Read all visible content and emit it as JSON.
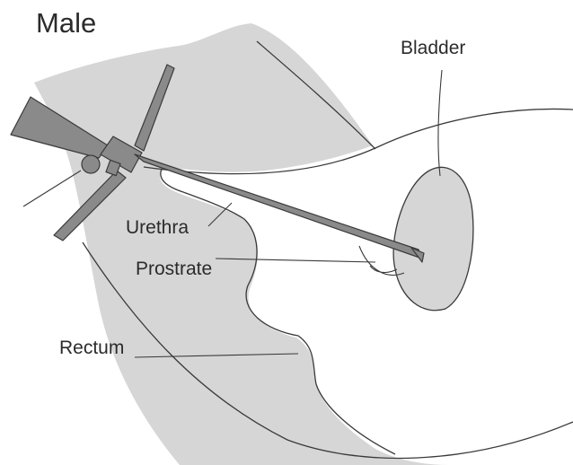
{
  "title": "Male",
  "labels": {
    "bladder": "Bladder",
    "urethra": "Urethra",
    "prostrate": "Prostrate",
    "rectum": "Rectum"
  },
  "colors": {
    "tissue_fill": "#d6d6d6",
    "outline": "#3a3a3a",
    "instrument": "#8a8a8a",
    "text": "#2b2b2b"
  }
}
